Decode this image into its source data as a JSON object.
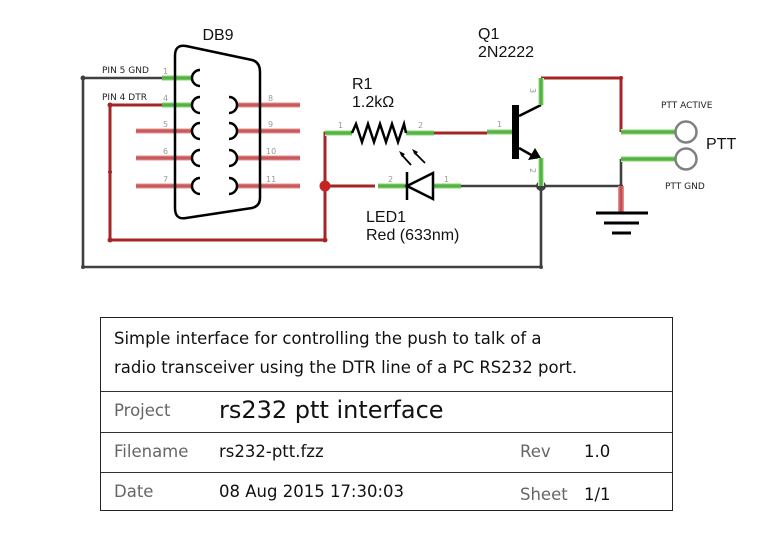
{
  "schematic": {
    "connector": {
      "ref": "DB9",
      "wire_labels": {
        "pin5": "PIN 5 GND",
        "pin4": "PIN 4 DTR"
      },
      "left_pin_numbers": [
        "1",
        "4",
        "5",
        "6",
        "7"
      ],
      "right_pin_numbers": [
        "8",
        "9",
        "10",
        "11"
      ]
    },
    "resistor": {
      "ref": "R1",
      "value": "1.2kΩ",
      "pin1": "1",
      "pin2": "2"
    },
    "led": {
      "ref": "LED1",
      "value": "Red (633nm)",
      "pin1": "1",
      "pin2": "2"
    },
    "transistor": {
      "ref": "Q1",
      "value": "2N2222",
      "base_pin": "1",
      "emitter_pin": "2",
      "collector_pin": "3"
    },
    "ptt": {
      "label": "PTT",
      "active_label": "PTT ACTIVE",
      "gnd_label": "PTT GND"
    },
    "colors": {
      "wire_red": "#a32525",
      "wire_dark": "#404040",
      "pin_connected": "#55b046",
      "pin_unconnected": "#c9595a"
    }
  },
  "titleblock": {
    "description_line1": "Simple interface for controlling the push to talk of a",
    "description_line2": "radio transceiver using the DTR line of a PC RS232 port.",
    "project_label": "Project",
    "project_value": "rs232 ptt interface",
    "filename_label": "Filename",
    "filename_value": "rs232-ptt.fzz",
    "rev_label": "Rev",
    "rev_value": "1.0",
    "date_label": "Date",
    "date_value": "08 Aug 2015 17:30:03",
    "sheet_label": "Sheet",
    "sheet_value": "1/1"
  }
}
